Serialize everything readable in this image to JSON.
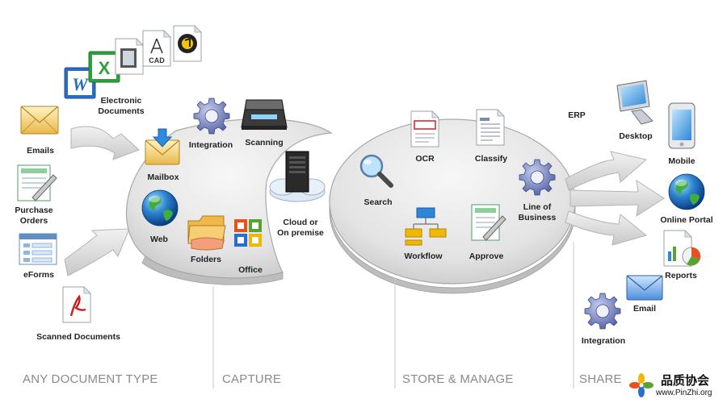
{
  "sections": {
    "any_document_type": "ANY DOCUMENT TYPE",
    "capture": "CAPTURE",
    "store_manage": "STORE & MANAGE",
    "share": "SHARE"
  },
  "sources": {
    "electronic_documents": "Electronic\nDocuments",
    "emails": "Emails",
    "purchase_orders": "Purchase\nOrders",
    "eforms": "eForms",
    "scanned_documents": "Scanned Documents",
    "word_letter": "W",
    "excel_letter": "X",
    "cad_letter": "CAD"
  },
  "capture": {
    "mailbox": "Mailbox",
    "integration": "Integration",
    "scanning": "Scanning",
    "web": "Web",
    "folders": "Folders",
    "office": "Office",
    "cloud": "Cloud or\nOn premise"
  },
  "store": {
    "ocr": "OCR",
    "classify": "Classify",
    "search": "Search",
    "line_of_business": "Line of\nBusiness",
    "workflow": "Workflow",
    "approve": "Approve"
  },
  "share": {
    "erp": "ERP",
    "desktop": "Desktop",
    "mobile": "Mobile",
    "online_portal": "Online Portal",
    "reports": "Reports",
    "email": "Email",
    "integration": "Integration"
  },
  "watermark": {
    "brand_cn": "品质协会",
    "url": "www.PinZhi.org"
  },
  "colors": {
    "section_text": "#8a8a8a",
    "arrow_fill": "#d9d9d9",
    "disc_fill": "#e4e4e4",
    "word_blue": "#2b6cc4",
    "excel_green": "#2e9e3e",
    "pdf_red": "#cc1f1f",
    "gear": "#6d7bb5"
  }
}
